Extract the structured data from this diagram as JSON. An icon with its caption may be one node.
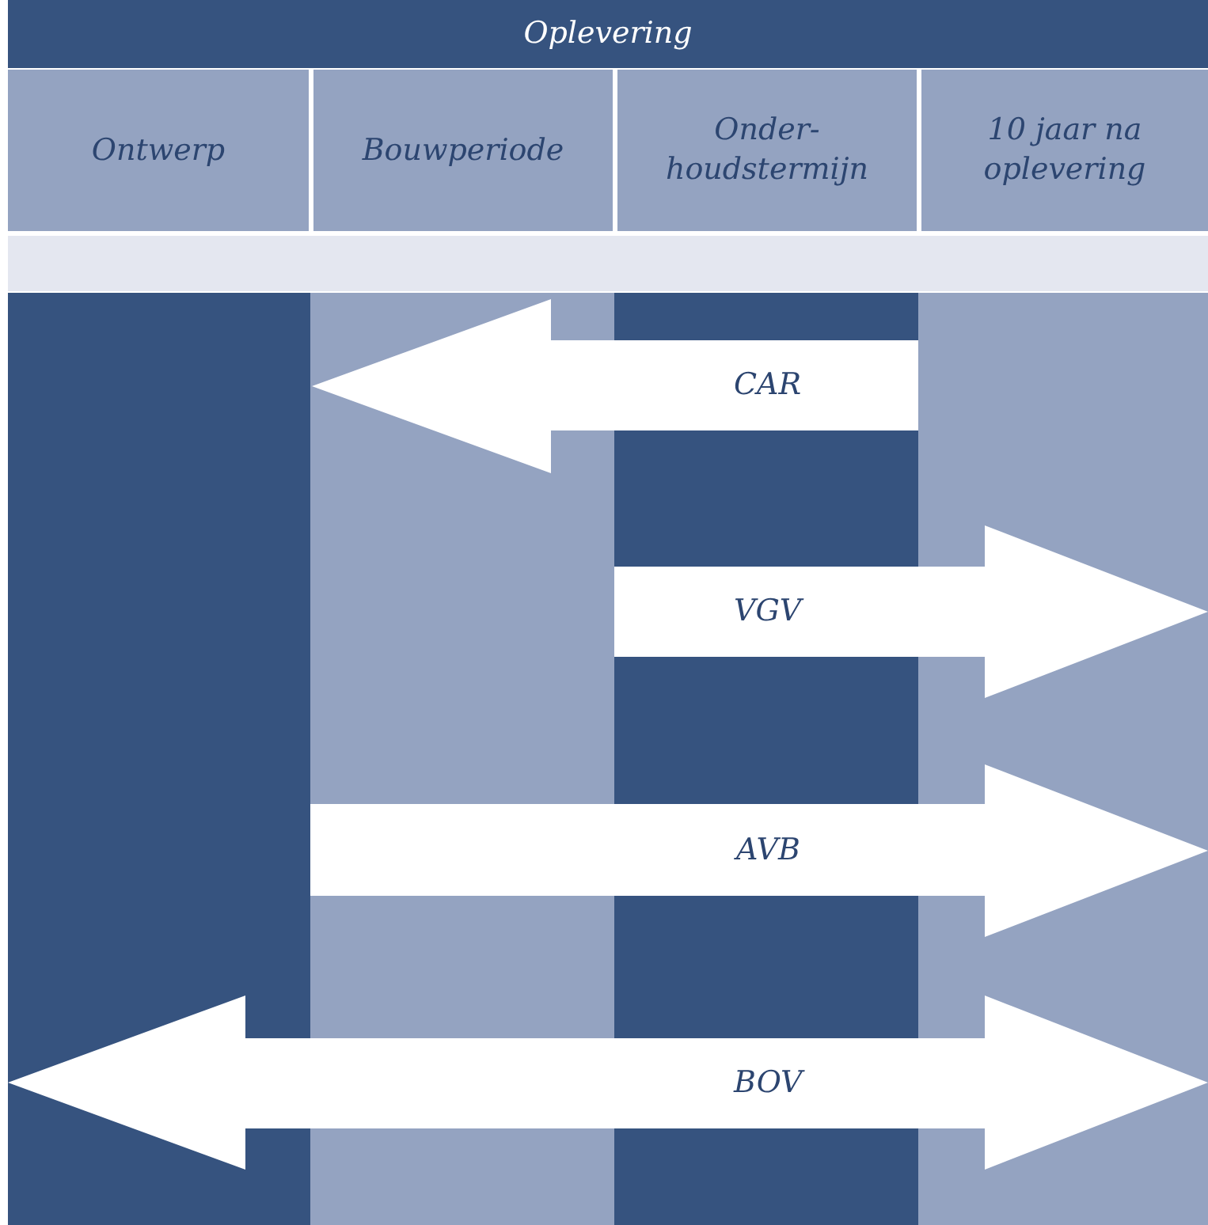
{
  "diagram": {
    "nodes": [
      {
        "text": [
          "Oplevering"
        ]
      },
      {
        "text": [
          "Ontwerp"
        ]
      },
      {
        "text": [
          "Bouwperiode"
        ]
      },
      {
        "text": [
          "Onder- houdstermijn"
        ]
      },
      {
        "text": [
          "10 jaar na oplevering"
        ]
      },
      {
        "text": [
          "CAR"
        ]
      },
      {
        "text": [
          "VGV"
        ]
      },
      {
        "text": [
          "AVB"
        ]
      },
      {
        "text": [
          "BOV"
        ]
      }
    ]
  }
}
